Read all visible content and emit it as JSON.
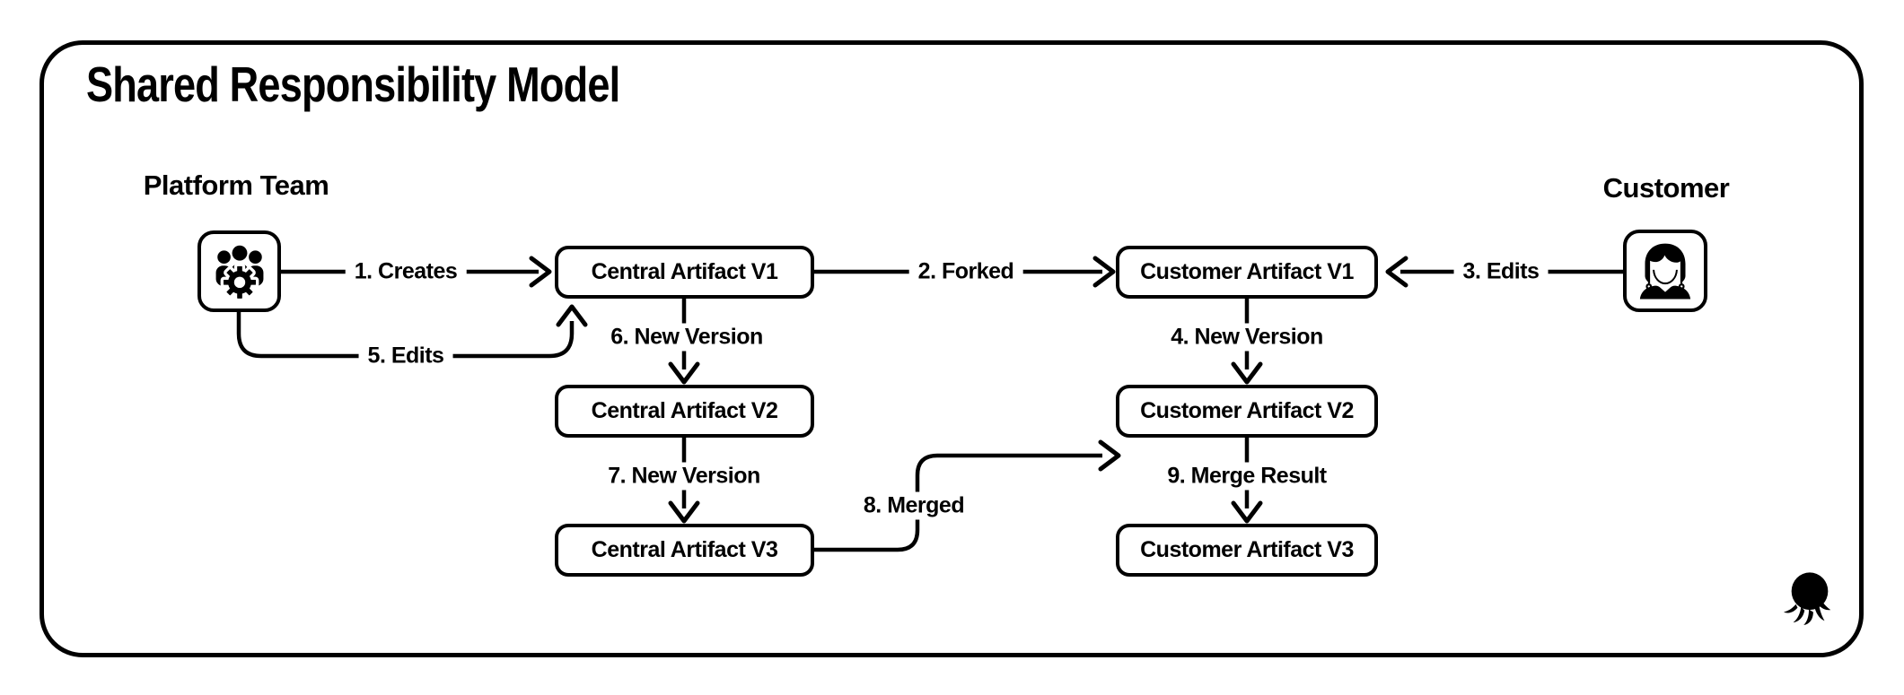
{
  "title": "Shared Responsibility Model",
  "colors": {
    "ink": "#000000",
    "background": "#ffffff"
  },
  "actors": {
    "platform": {
      "label": "Platform Team",
      "icon": "team-gear-icon"
    },
    "customer": {
      "label": "Customer",
      "icon": "woman-user-icon"
    }
  },
  "nodes": {
    "central_v1": {
      "label": "Central Artifact V1"
    },
    "central_v2": {
      "label": "Central Artifact V2"
    },
    "central_v3": {
      "label": "Central Artifact V3"
    },
    "customer_v1": {
      "label": "Customer Artifact V1"
    },
    "customer_v2": {
      "label": "Customer Artifact V2"
    },
    "customer_v3": {
      "label": "Customer Artifact V3"
    }
  },
  "edges": {
    "creates": {
      "label": "1. Creates"
    },
    "forked": {
      "label": "2. Forked"
    },
    "edits_customer": {
      "label": "3. Edits"
    },
    "new_version_4": {
      "label": "4. New Version"
    },
    "edits_platform": {
      "label": "5. Edits"
    },
    "new_version_6": {
      "label": "6. New Version"
    },
    "new_version_7": {
      "label": "7. New Version"
    },
    "merged": {
      "label": "8. Merged"
    },
    "merge_result": {
      "label": "9. Merge Result"
    }
  },
  "branding": {
    "logo_icon": "octopus-icon"
  }
}
